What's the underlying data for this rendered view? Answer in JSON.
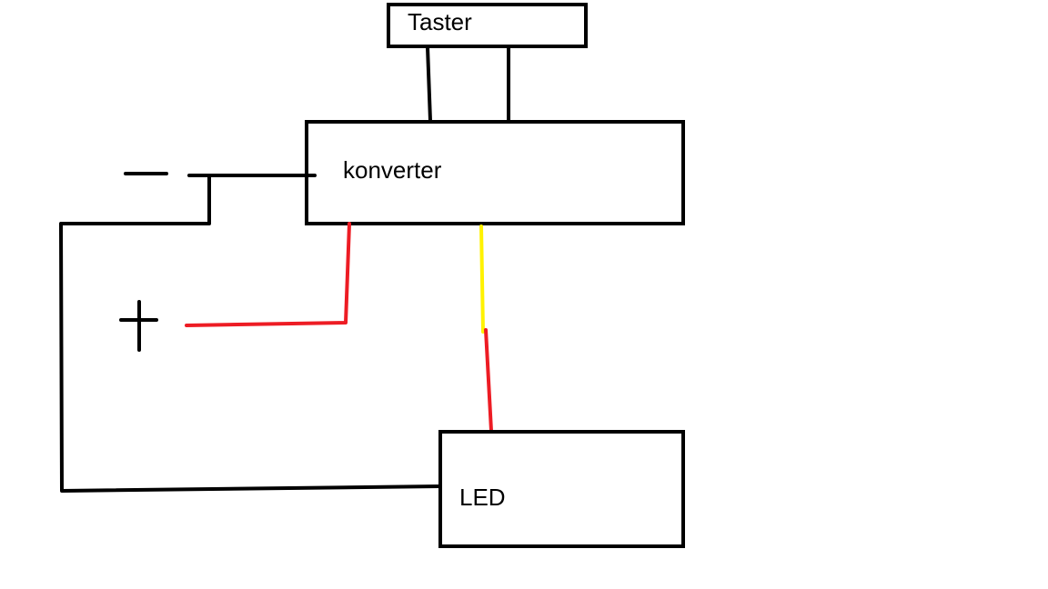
{
  "components": {
    "taster": {
      "label": "Taster"
    },
    "konverter": {
      "label": "konverter"
    },
    "led": {
      "label": "LED"
    }
  },
  "terminals": {
    "minus": {
      "symbol": "−"
    },
    "plus": {
      "symbol": "+"
    }
  },
  "colors": {
    "outline": "#000000",
    "wire_positive": "#ed1c24",
    "wire_signal": "#fff200",
    "background": "#ffffff"
  }
}
